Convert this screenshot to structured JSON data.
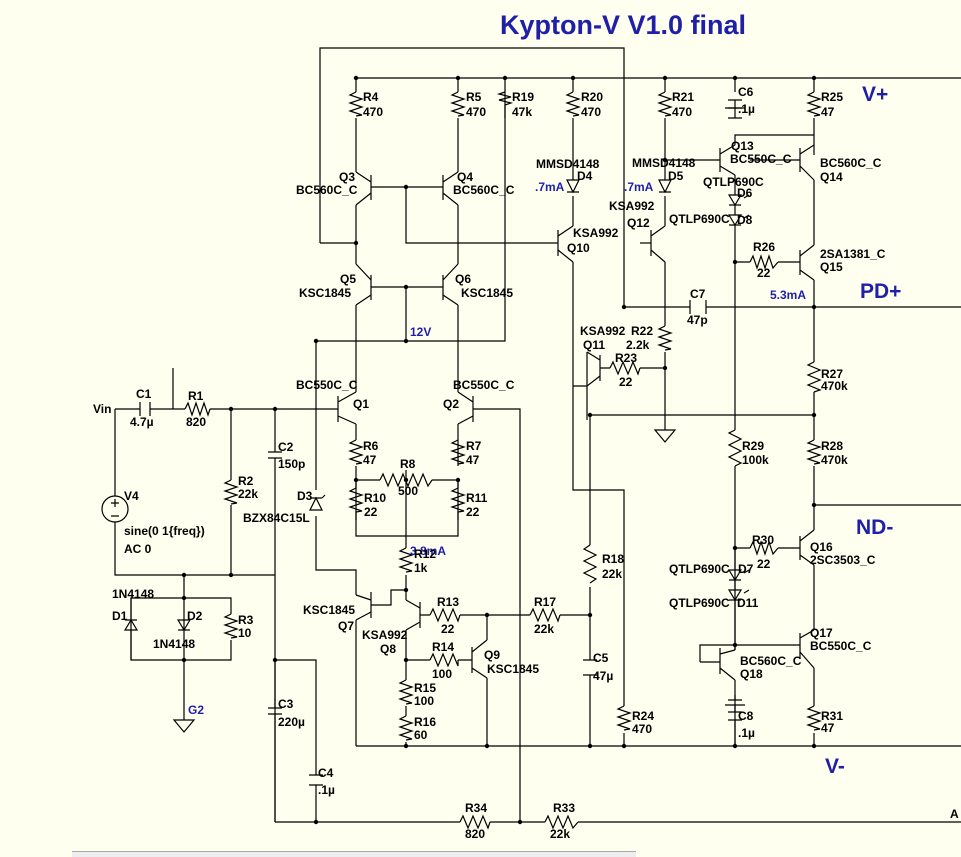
{
  "title": "Kypton-V V1.0 final",
  "nets": {
    "vplus": "V+",
    "pdplus": "PD+",
    "ndminus": "ND-",
    "vminus": "V-",
    "a_label": "A",
    "vin": "Vin",
    "g2": "G2"
  },
  "annotations": {
    "d4_current": ".7mA",
    "d5_current": ".7mA",
    "q15_current": "5.3mA",
    "rail_12v": "12V",
    "r12_current": "3.8mA"
  },
  "components": {
    "R4": {
      "ref": "R4",
      "value": "470"
    },
    "R5": {
      "ref": "R5",
      "value": "470"
    },
    "R19": {
      "ref": "R19",
      "value": "47k"
    },
    "R20": {
      "ref": "R20",
      "value": "470"
    },
    "R21": {
      "ref": "R21",
      "value": "470"
    },
    "R25": {
      "ref": "R25",
      "value": "47"
    },
    "R26": {
      "ref": "R26",
      "value": "22"
    },
    "R22": {
      "ref": "R22",
      "value": "2.2k"
    },
    "R23": {
      "ref": "R23",
      "value": "22"
    },
    "R27": {
      "ref": "R27",
      "value": "470k"
    },
    "R28": {
      "ref": "R28",
      "value": "470k"
    },
    "R29": {
      "ref": "R29",
      "value": "100k"
    },
    "R30": {
      "ref": "R30",
      "value": "22"
    },
    "R31": {
      "ref": "R31",
      "value": "47"
    },
    "R24": {
      "ref": "R24",
      "value": "470"
    },
    "R18": {
      "ref": "R18",
      "value": "22k"
    },
    "R17": {
      "ref": "R17",
      "value": "22k"
    },
    "R13": {
      "ref": "R13",
      "value": "22"
    },
    "R14": {
      "ref": "R14",
      "value": "100"
    },
    "R15": {
      "ref": "R15",
      "value": "100"
    },
    "R16": {
      "ref": "R16",
      "value": "60"
    },
    "R12": {
      "ref": "R12",
      "value": "1k"
    },
    "R10": {
      "ref": "R10",
      "value": "22"
    },
    "R11": {
      "ref": "R11",
      "value": "22"
    },
    "R8": {
      "ref": "R8",
      "value": "500"
    },
    "R6": {
      "ref": "R6",
      "value": "47"
    },
    "R7": {
      "ref": "R7",
      "value": "47"
    },
    "R1": {
      "ref": "R1",
      "value": "820"
    },
    "R2": {
      "ref": "R2",
      "value": "22k"
    },
    "R3": {
      "ref": "R3",
      "value": "10"
    },
    "R34": {
      "ref": "R34",
      "value": "820"
    },
    "R33": {
      "ref": "R33",
      "value": "22k"
    },
    "C1": {
      "ref": "C1",
      "value": "4.7µ"
    },
    "C2": {
      "ref": "C2",
      "value": "150p"
    },
    "C3": {
      "ref": "C3",
      "value": "220µ"
    },
    "C4": {
      "ref": "C4",
      "value": ".1µ"
    },
    "C5": {
      "ref": "C5",
      "value": "47µ"
    },
    "C6": {
      "ref": "C6",
      "value": ".1µ"
    },
    "C7": {
      "ref": "C7",
      "value": "47p"
    },
    "C8": {
      "ref": "C8",
      "value": ".1µ"
    },
    "Q1": {
      "ref": "Q1",
      "value": "BC550C_C"
    },
    "Q2": {
      "ref": "Q2",
      "value": "BC550C_C"
    },
    "Q3": {
      "ref": "Q3",
      "value": "BC560C_C"
    },
    "Q4": {
      "ref": "Q4",
      "value": "BC560C_C"
    },
    "Q5": {
      "ref": "Q5",
      "value": "KSC1845"
    },
    "Q6": {
      "ref": "Q6",
      "value": "KSC1845"
    },
    "Q7": {
      "ref": "Q7",
      "value": "KSC1845"
    },
    "Q8": {
      "ref": "Q8",
      "value": "KSA992"
    },
    "Q9": {
      "ref": "Q9",
      "value": "KSC1845"
    },
    "Q10": {
      "ref": "Q10",
      "value": "KSA992"
    },
    "Q11": {
      "ref": "Q11",
      "value": "KSA992"
    },
    "Q12": {
      "ref": "Q12",
      "value": "KSA992"
    },
    "Q13": {
      "ref": "Q13",
      "value": "BC550C_C"
    },
    "Q14": {
      "ref": "Q14",
      "value": "BC560C_C"
    },
    "Q15": {
      "ref": "Q15",
      "value": "2SA1381_C"
    },
    "Q16": {
      "ref": "Q16",
      "value": "2SC3503_C"
    },
    "Q17": {
      "ref": "Q17",
      "value": "BC550C_C"
    },
    "Q18": {
      "ref": "Q18",
      "value": "BC560C_C"
    },
    "D1": {
      "ref": "D1",
      "value": "1N4148"
    },
    "D2": {
      "ref": "D2",
      "value": "1N4148"
    },
    "D3": {
      "ref": "D3",
      "value": "BZX84C15L"
    },
    "D4": {
      "ref": "D4",
      "value": "MMSD4148"
    },
    "D5": {
      "ref": "D5",
      "value": "MMSD4148"
    },
    "D6": {
      "ref": "D6",
      "value": "QTLP690C"
    },
    "D8": {
      "ref": "D8",
      "value": "QTLP690C"
    },
    "D7": {
      "ref": "D7",
      "value": "QTLP690C"
    },
    "D11": {
      "ref": "D11",
      "value": "QTLP690C"
    },
    "V4": {
      "ref": "V4",
      "value": "sine(0 1{freq})",
      "ac": "AC 0"
    }
  }
}
